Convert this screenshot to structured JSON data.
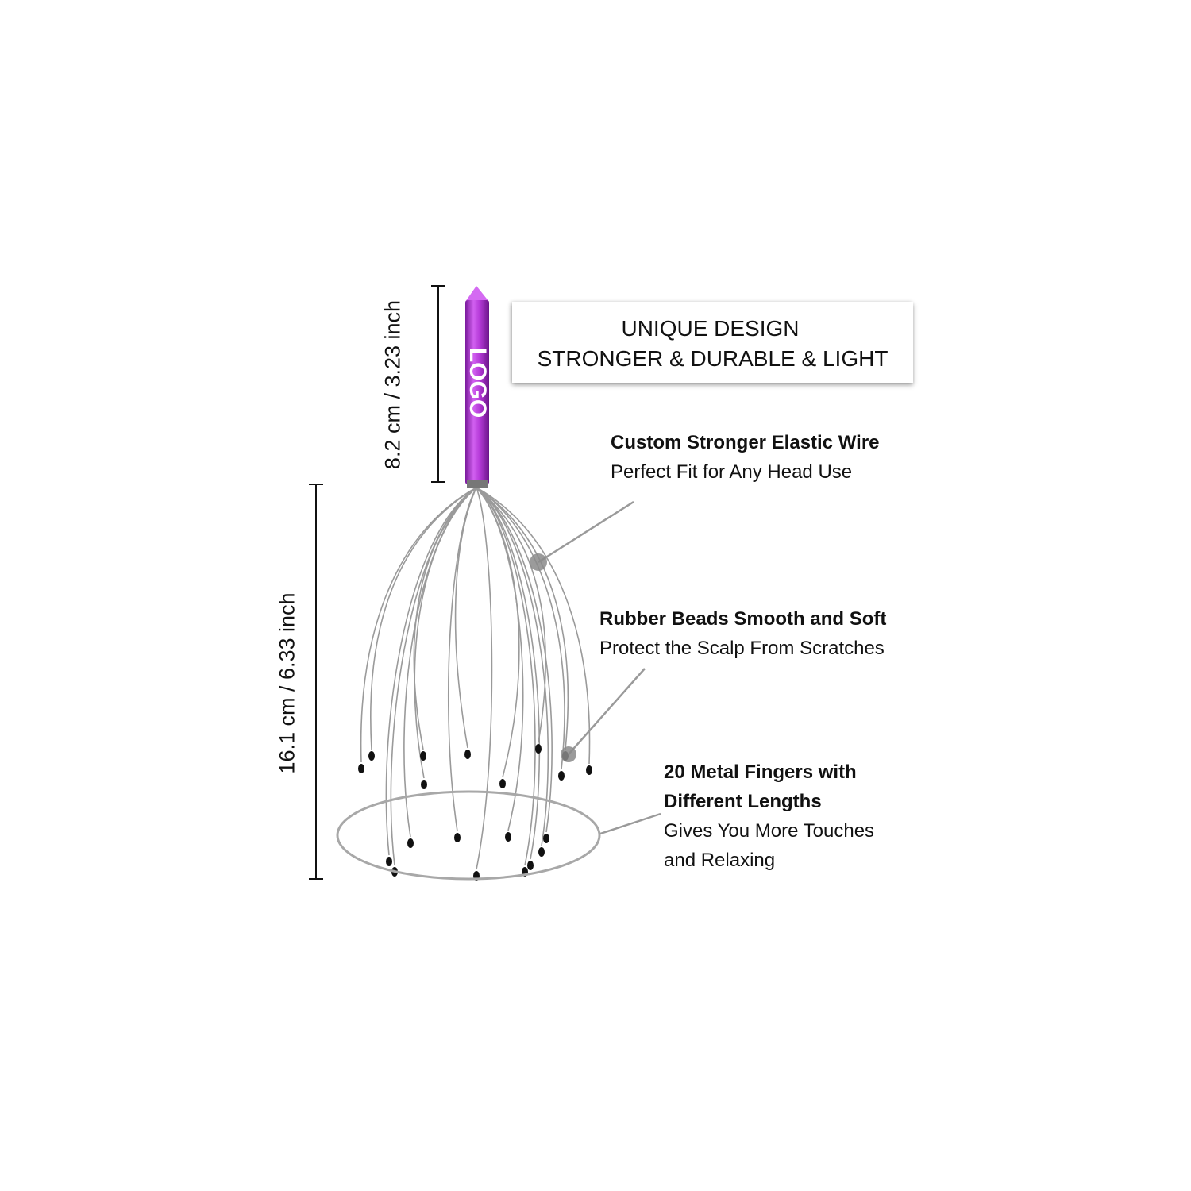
{
  "banner": {
    "line1": "UNIQUE DESIGN",
    "line2": "STRONGER & DURABLE & LIGHT"
  },
  "handle": {
    "logo_text": "LOGO",
    "color": "#b53ad8"
  },
  "dimensions": {
    "handle_length": "8.2 cm / 3.23 inch",
    "total_length": "16.1 cm / 6.33 inch"
  },
  "features": [
    {
      "title": "Custom Stronger Elastic Wire",
      "desc": "Perfect Fit for Any Head Use"
    },
    {
      "title": "Rubber Beads Smooth and Soft",
      "desc": "Protect the Scalp From Scratches"
    },
    {
      "title_line1": "20 Metal Fingers with",
      "title_line2": "Different Lengths",
      "desc_line1": "Gives You More Touches",
      "desc_line2": "and Relaxing"
    }
  ]
}
